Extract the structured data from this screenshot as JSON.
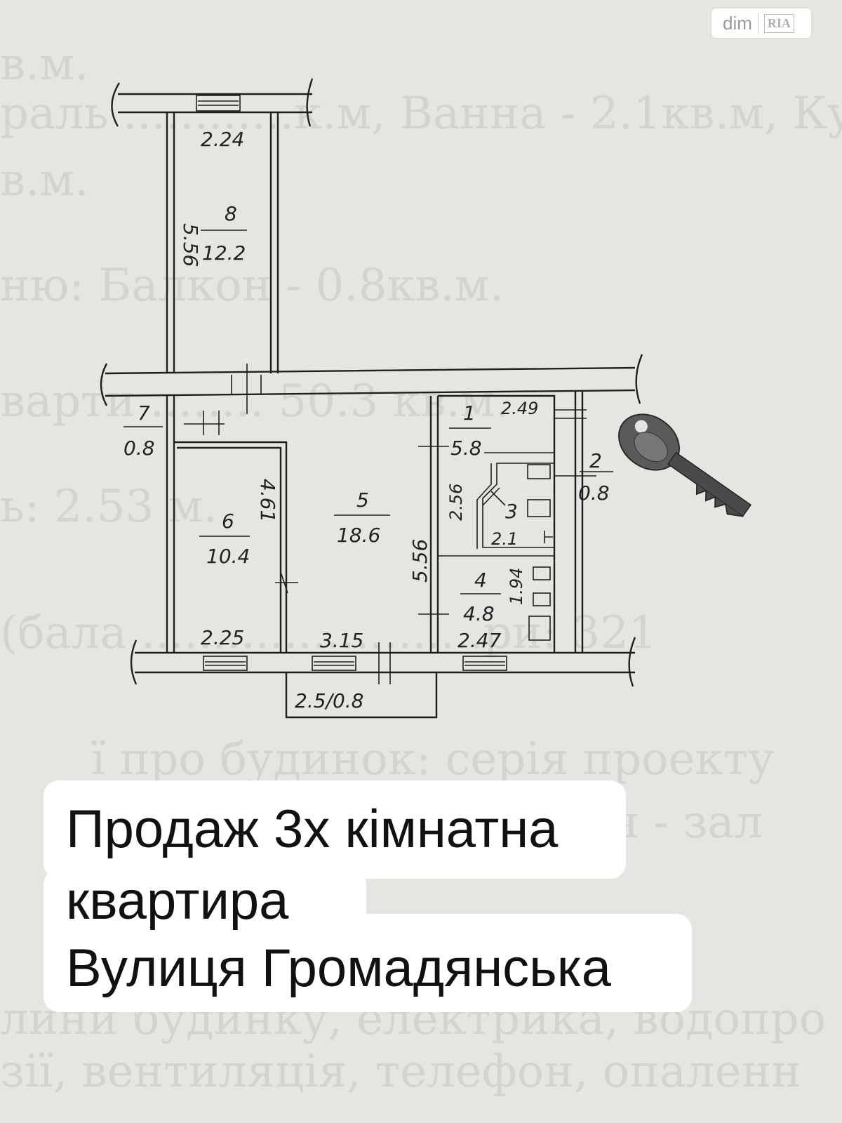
{
  "watermark": {
    "brand": "dim",
    "brand_mark": "RIA"
  },
  "caption": {
    "line1": "Продаж 3х кімнатна",
    "line2": "квартира",
    "line3": "Вулиця Громадянська"
  },
  "floorplan": {
    "rooms": [
      {
        "number": "1",
        "area": "5.8"
      },
      {
        "number": "2",
        "area": "0.8"
      },
      {
        "number": "3",
        "area": "2.1"
      },
      {
        "number": "4",
        "area": "4.8"
      },
      {
        "number": "5",
        "area": "18.6"
      },
      {
        "number": "6",
        "area": "10.4"
      },
      {
        "number": "7",
        "area": "0.8"
      },
      {
        "number": "8",
        "area": "12.2"
      }
    ],
    "dimensions": {
      "room8_width": "2.24",
      "room8_length": "5.56",
      "room6_length": "4.61",
      "room5_length": "5.56",
      "room1_width": "2.49",
      "room3_length": "2.56",
      "room4_length": "1.94",
      "bottom_room6": "2.25",
      "bottom_room5": "3.15",
      "bottom_room4": "2.47",
      "balcony": "2.5/0.8"
    }
  },
  "icons": {
    "key": "key-icon"
  }
}
